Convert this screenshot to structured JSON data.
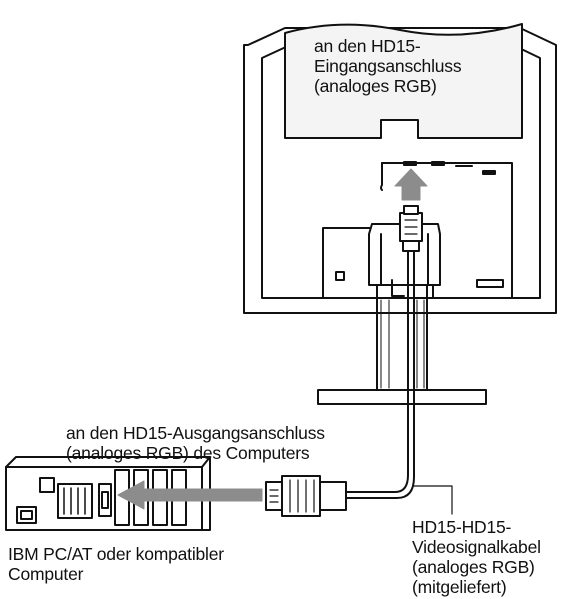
{
  "labels": {
    "input_connector": {
      "line1": "an den HD15-",
      "line2": "Eingangsanschluss",
      "line3": "(analoges RGB)"
    },
    "output_connector": {
      "line1": "an den HD15-Ausgangsanschluss",
      "line2": "(analoges RGB) des Computers"
    },
    "computer": {
      "line1": "IBM PC/AT oder kompatibler",
      "line2": "Computer"
    },
    "cable": {
      "line1": "HD15-HD15-",
      "line2": "Videosignalkabel",
      "line3": "(analoges RGB)",
      "line4": "(mitgeliefert)"
    }
  },
  "colors": {
    "line": "#111111",
    "arrow_fill": "#8c8c8c",
    "cover_fill": "#f4f4f4"
  },
  "icons": [
    "monitor-rear",
    "pc-tower",
    "vga-connector",
    "arrow"
  ]
}
